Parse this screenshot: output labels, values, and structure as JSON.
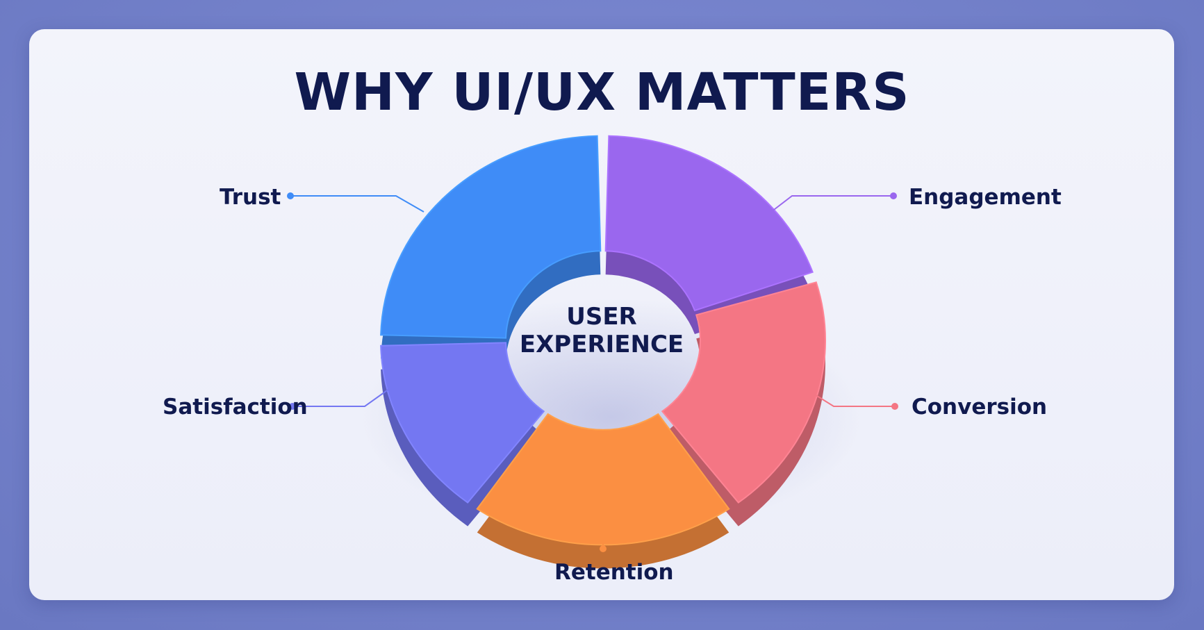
{
  "title": "WHY UI/UX MATTERS",
  "center": {
    "line1": "USER",
    "line2": "EXPERIENCE"
  },
  "segments": [
    {
      "label": "Trust",
      "color": "#3f8cf7"
    },
    {
      "label": "Engagement",
      "color": "#9a67ee"
    },
    {
      "label": "Conversion",
      "color": "#f47684"
    },
    {
      "label": "Retention",
      "color": "#fb8f42"
    },
    {
      "label": "Satisfaction",
      "color": "#7477f2"
    }
  ],
  "colors": {
    "background": "#6f7fc8",
    "card": "#eff0fa",
    "text": "#101a4f"
  }
}
